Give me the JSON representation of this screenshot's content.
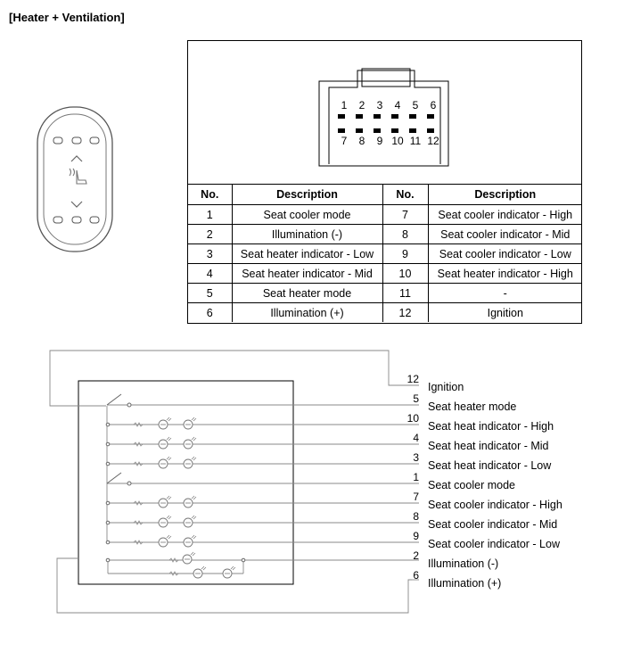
{
  "title": "[Heater + Ventilation]",
  "connector": {
    "top_row": [
      "1",
      "2",
      "3",
      "4",
      "5",
      "6"
    ],
    "bottom_row": [
      "7",
      "8",
      "9",
      "10",
      "11",
      "12"
    ]
  },
  "table": {
    "headers": [
      "No.",
      "Description",
      "No.",
      "Description"
    ],
    "rows": [
      [
        "1",
        "Seat cooler mode",
        "7",
        "Seat cooler indicator - High"
      ],
      [
        "2",
        "Illumination (-)",
        "8",
        "Seat cooler indicator - Mid"
      ],
      [
        "3",
        "Seat heater indicator - Low",
        "9",
        "Seat cooler indicator - Low"
      ],
      [
        "4",
        "Seat heater indicator - Mid",
        "10",
        "Seat heater indicator - High"
      ],
      [
        "5",
        "Seat heater mode",
        "11",
        "-"
      ],
      [
        "6",
        "Illumination (+)",
        "12",
        "Ignition"
      ]
    ]
  },
  "wiring": {
    "pins": [
      "12",
      "5",
      "10",
      "4",
      "3",
      "1",
      "7",
      "8",
      "9",
      "2",
      "6"
    ],
    "signals": [
      "Ignition",
      "Seat heater mode",
      "Seat heat indicator - High",
      "Seat heat indicator - Mid",
      "Seat heat indicator - Low",
      "Seat cooler mode",
      "Seat cooler indicator - High",
      "Seat cooler indicator - Mid",
      "Seat cooler indicator - Low",
      "Illumination (-)",
      "Illumination (+)"
    ]
  }
}
